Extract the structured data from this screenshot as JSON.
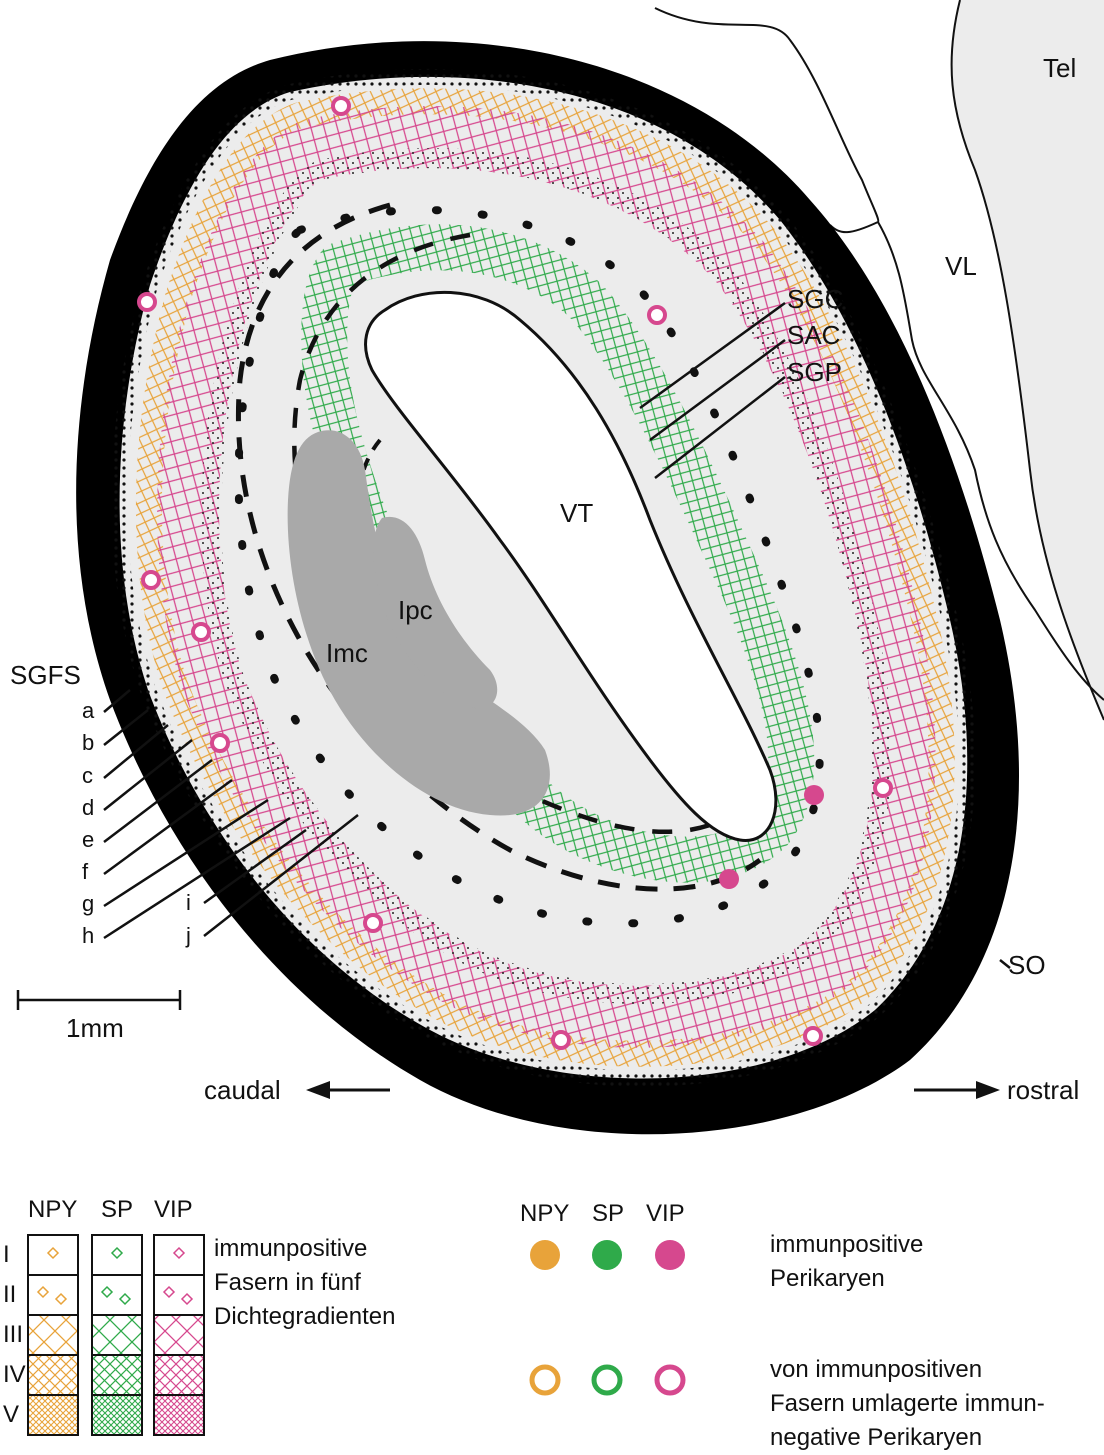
{
  "regions": {
    "tel": "Tel",
    "vl": "VL",
    "vt": "VT",
    "lpc": "Ipc",
    "lmc": "Imc",
    "so": "SO"
  },
  "layers_right": [
    "SGC",
    "SAC",
    "SGP"
  ],
  "sgfs": {
    "title": "SGFS",
    "sublayers_left": [
      "a",
      "b",
      "c",
      "d",
      "e",
      "f",
      "g",
      "h"
    ],
    "sublayers_inner": [
      "i",
      "j"
    ]
  },
  "scale_bar": {
    "label": "1mm"
  },
  "directions": {
    "caudal": "caudal",
    "rostral": "rostral"
  },
  "legend_fibers": {
    "columns": [
      "NPY",
      "SP",
      "VIP"
    ],
    "rows": [
      "I",
      "II",
      "III",
      "IV",
      "V"
    ],
    "text": "immunpositive\nFasern in fünf\nDichtegradienten"
  },
  "legend_cells": {
    "columns": [
      "NPY",
      "SP",
      "VIP"
    ],
    "filled_text": "immunpositive\nPerikaryen",
    "ring_text": "von immunpositiven\nFasern umlagerte immun-\nnegative Perikaryen"
  },
  "colors": {
    "npy": "#e8a33a",
    "sp": "#2faa4a",
    "vip": "#d6488e",
    "tissue": "#ececec",
    "nucleus": "#a9a9a9",
    "wall": "#000000"
  }
}
